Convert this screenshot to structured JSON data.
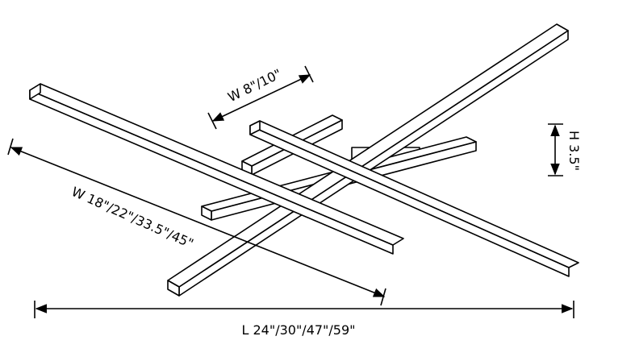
{
  "dimensions": {
    "mount_width": "W 8\"/10\"",
    "bar_width": "W 18\"/22\"/33.5\"/45\"",
    "height": "H 3.5\"",
    "length": "L 24\"/30\"/47\"/59\""
  },
  "colors": {
    "line": "#000000",
    "background": "#ffffff"
  }
}
